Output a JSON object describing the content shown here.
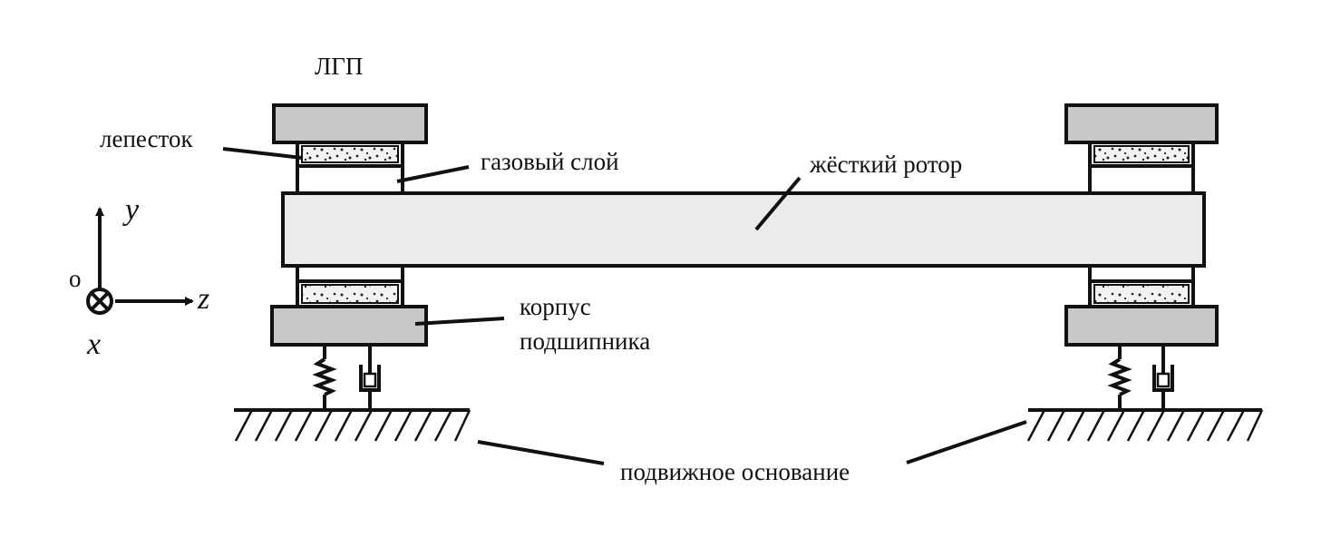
{
  "labels": {
    "lgp": "ЛГП",
    "foil": "лепесток",
    "gas_layer": "газовый слой",
    "rotor": "жёсткий ротор",
    "housing_line1": "корпус",
    "housing_line2": "подшипника",
    "base": "подвижное основание"
  },
  "axes": {
    "y": "y",
    "z": "z",
    "x": "x",
    "origin": "o"
  }
}
